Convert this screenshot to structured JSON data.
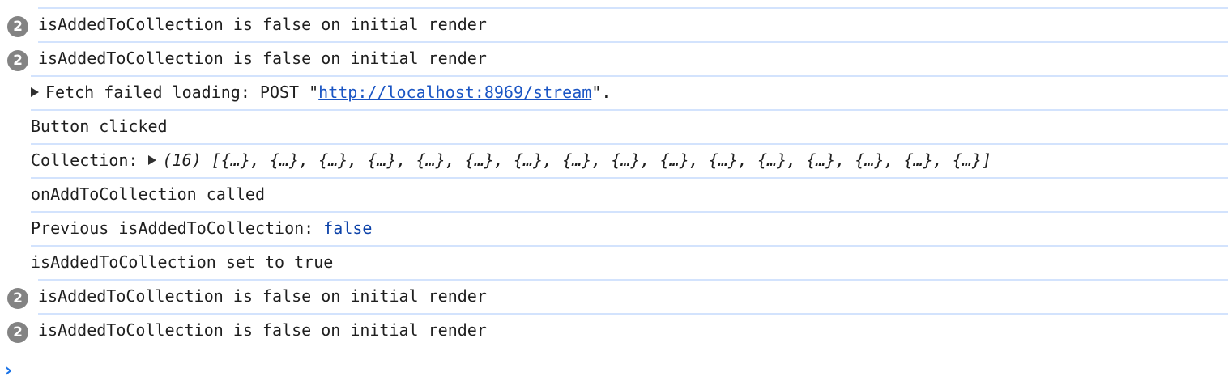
{
  "console": {
    "messages": [
      {
        "type": "repeat",
        "count": "2",
        "text": "isAddedToCollection is false on initial render"
      },
      {
        "type": "repeat",
        "count": "2",
        "text": "isAddedToCollection is false on initial render"
      },
      {
        "type": "fetch",
        "prefix": "Fetch failed loading: POST \"",
        "url": "http://localhost:8969/stream",
        "suffix": "\"."
      },
      {
        "type": "plain",
        "text": "Button clicked"
      },
      {
        "type": "collection",
        "label": "Collection: ",
        "length": "(16)",
        "preview": "[{…}, {…}, {…}, {…}, {…}, {…}, {…}, {…}, {…}, {…}, {…}, {…}, {…}, {…}, {…}, {…}]"
      },
      {
        "type": "plain",
        "text": "onAddToCollection called"
      },
      {
        "type": "bool",
        "label": "Previous isAddedToCollection: ",
        "value": "false"
      },
      {
        "type": "plain",
        "text": "isAddedToCollection set to true"
      },
      {
        "type": "repeat",
        "count": "2",
        "text": "isAddedToCollection is false on initial render"
      },
      {
        "type": "repeat",
        "count": "2",
        "text": "isAddedToCollection is false on initial render"
      }
    ],
    "prompt_symbol": "›",
    "colors": {
      "divider": "#d3e3fd",
      "badge": "#838383",
      "link": "#1a55c4",
      "boolean": "#0b41a8",
      "prompt": "#1a73e8"
    }
  }
}
